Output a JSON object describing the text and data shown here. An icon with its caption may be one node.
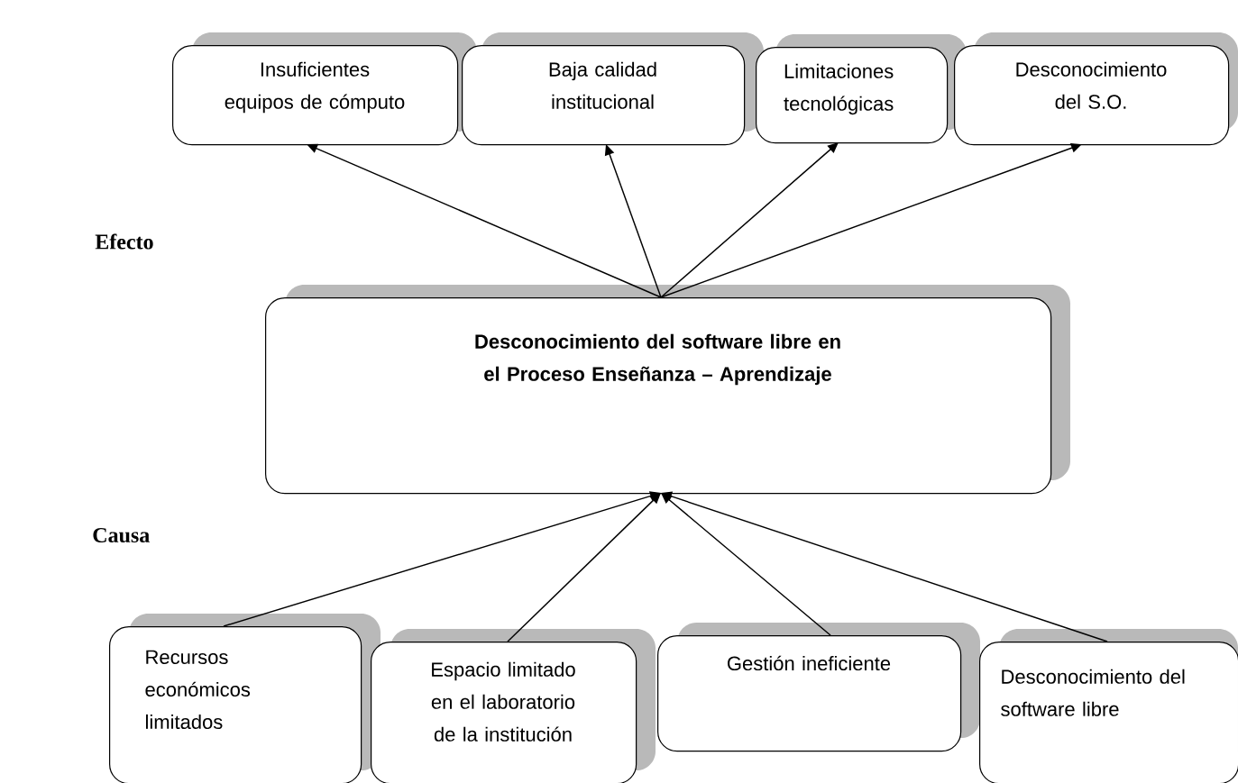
{
  "diagram": {
    "nodes": [
      {
        "text": [
          "Insuficientes equipos de cómputo"
        ]
      },
      {
        "text": [
          "Baja calidad institucional"
        ]
      },
      {
        "text": [
          "Limitaciones tecnológicas"
        ]
      },
      {
        "text": [
          "Desconocimiento del S.O."
        ]
      },
      {
        "text": [
          "Desconocimiento del software libre en el Proceso Enseñanza – Aprendizaje"
        ]
      },
      {
        "text": [
          "Recursos económicos limitados"
        ]
      },
      {
        "text": [
          "Espacio limitado en el laboratorio de la institución"
        ]
      },
      {
        "text": [
          "Gestión ineficiente"
        ]
      },
      {
        "text": [
          "Desconocimiento del software libre"
        ]
      }
    ],
    "edges": [
      {
        "from": 4,
        "to": 0,
        "arrow": "to"
      },
      {
        "from": 4,
        "to": 1,
        "arrow": "to"
      },
      {
        "from": 4,
        "to": 2,
        "arrow": "to"
      },
      {
        "from": 4,
        "to": 3,
        "arrow": "to"
      },
      {
        "from": 5,
        "to": 4,
        "arrow": "to"
      },
      {
        "from": 6,
        "to": 4,
        "arrow": "to"
      },
      {
        "from": 7,
        "to": 4,
        "arrow": "to"
      },
      {
        "from": 8,
        "to": 4,
        "arrow": "to"
      }
    ],
    "labels": [
      "Efecto",
      "Causa"
    ]
  }
}
